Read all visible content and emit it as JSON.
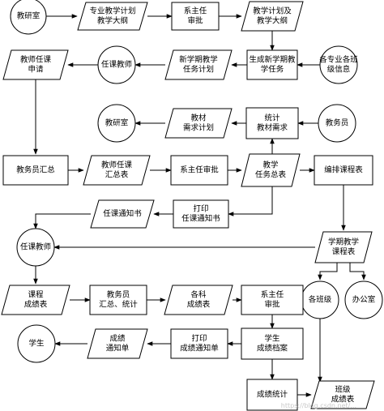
{
  "nodes": {
    "jys1": [
      "教研室"
    ],
    "zyjh": [
      "专业教学计划",
      "教学大纲"
    ],
    "xzrsp1": [
      "系主任",
      "审批"
    ],
    "jxjh": [
      "教学计划及",
      "教学大纲"
    ],
    "jsrw": [
      "教师任课",
      "申请"
    ],
    "rkjs1": [
      "任课教师"
    ],
    "xxqrw": [
      "新学期教学",
      "任务计划"
    ],
    "scrw": [
      "生成新学期教",
      "学任务"
    ],
    "bjxx": [
      "各专业各班",
      "级信息"
    ],
    "jys2": [
      "教研室"
    ],
    "jcjh": [
      "教材",
      "需求计划"
    ],
    "tjjc": [
      "统计",
      "教材需求"
    ],
    "jwy1": [
      "教务员"
    ],
    "jwyhz": [
      "教务员汇总"
    ],
    "rkhzb": [
      "教师任课",
      "汇总表"
    ],
    "xzrsp2": [
      "系主任审批"
    ],
    "rwzb": [
      "教学",
      "任务总表"
    ],
    "bpkcb": [
      "编排课程表"
    ],
    "dyrk": [
      "打印",
      "任课通知书"
    ],
    "rktzs": [
      "任课通知书"
    ],
    "rkjs2": [
      "任课教师"
    ],
    "xqkcb": [
      "学期教学",
      "课程表"
    ],
    "gbj": [
      "各班级"
    ],
    "bgs": [
      "办公室"
    ],
    "kccjb": [
      "课程",
      "成绩表"
    ],
    "jwyhztj": [
      "教务员",
      "汇总、统计"
    ],
    "gkcjb": [
      "各科",
      "成绩表"
    ],
    "xzrsp3": [
      "系主任",
      "审批"
    ],
    "xs": [
      "学生"
    ],
    "cjtzd": [
      "成绩",
      "通知单"
    ],
    "dycjtzd": [
      "打印",
      "成绩通知单"
    ],
    "xscjda": [
      "学生",
      "成绩档案"
    ],
    "cjtj": [
      "成绩统计"
    ],
    "bjcjb": [
      "班级",
      "成绩表"
    ]
  },
  "watermark": "https://blog.csdn.net/..."
}
